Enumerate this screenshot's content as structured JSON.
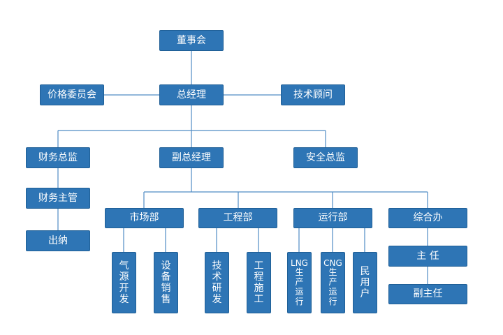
{
  "org": {
    "board": "董事会",
    "gm": "总经理",
    "price_committee": "价格委员会",
    "tech_advisor": "技术顾问",
    "finance_director": "财务总监",
    "deputy_gm": "副总经理",
    "safety_director": "安全总监",
    "finance_manager": "财务主管",
    "cashier": "出纳",
    "market_dept": "市场部",
    "engineering_dept": "工程部",
    "operation_dept": "运行部",
    "general_office": "综合办",
    "gas_development": "气源开发",
    "equipment_sales": "设备销售",
    "tech_research": "技术研发",
    "engineering_construction": "工程施工",
    "lng_production": [
      "LNG",
      "生",
      "产",
      "运",
      "行"
    ],
    "cng_production": [
      "CNG",
      "生",
      "产",
      "运",
      "行"
    ],
    "civil_users": "民用户",
    "director": "主 任",
    "deputy_director": "副主任"
  },
  "colors": {
    "box_fill": "#2e75b5",
    "box_border": "#1f5f96",
    "line": "#4f8cc4",
    "text": "#ffffff"
  }
}
